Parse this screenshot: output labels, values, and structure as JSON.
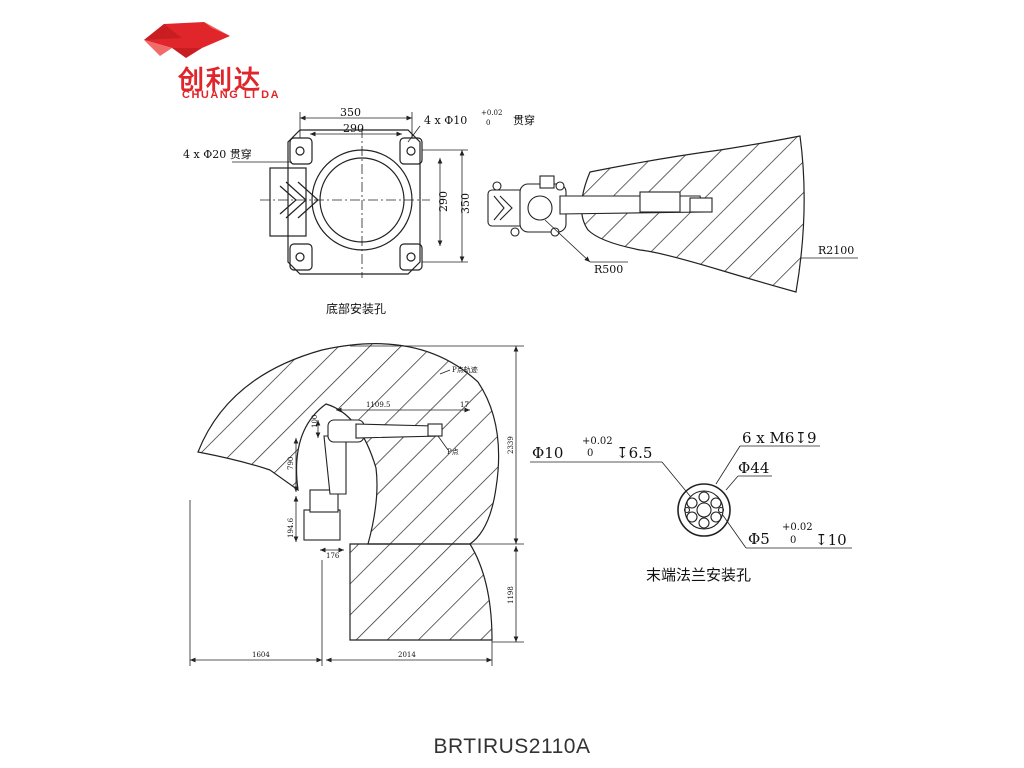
{
  "brand": {
    "name_cn": "创利达",
    "name_en": "CHUANG LI DA",
    "colors": {
      "primary": "#e0262b",
      "secondary": "#f26b6b"
    }
  },
  "base_view": {
    "caption": "底部安装孔",
    "dim_width_outer": "350",
    "dim_width_inner": "290",
    "dim_height_inner": "290",
    "dim_height_outer": "350",
    "hole_small_label": "4 x Φ10",
    "hole_small_tol_top": "+0.02",
    "hole_small_tol_bottom": "0",
    "hole_small_suffix": "贯穿",
    "hole_large_label": "4 x Φ20 贯穿"
  },
  "top_view": {
    "radius_inner": "R500",
    "radius_outer": "R2100"
  },
  "side_view": {
    "trajectory_label": "P点轨迹",
    "point_label": "P点",
    "dim_top": "1109.5",
    "dim_top_right": "17",
    "dim_100": "100",
    "dim_790": "790",
    "dim_194": "194.6",
    "dim_176": "176",
    "dim_height_upper": "2339",
    "dim_height_lower": "1198",
    "dim_bottom_left": "1604",
    "dim_bottom_right": "2014"
  },
  "flange_view": {
    "caption": "末端法兰安装孔",
    "pin_hole_label": "Φ10",
    "pin_hole_tol_top": "+0.02",
    "pin_hole_tol_bottom": "0",
    "pin_hole_depth": "↧6.5",
    "thread_label": "6 x M6↧9",
    "pcd_label": "Φ44",
    "small_pin_label": "Φ5",
    "small_pin_tol_top": "+0.02",
    "small_pin_tol_bottom": "0",
    "small_pin_depth": "↧10"
  },
  "model_name": "BRTIRUS2110A"
}
